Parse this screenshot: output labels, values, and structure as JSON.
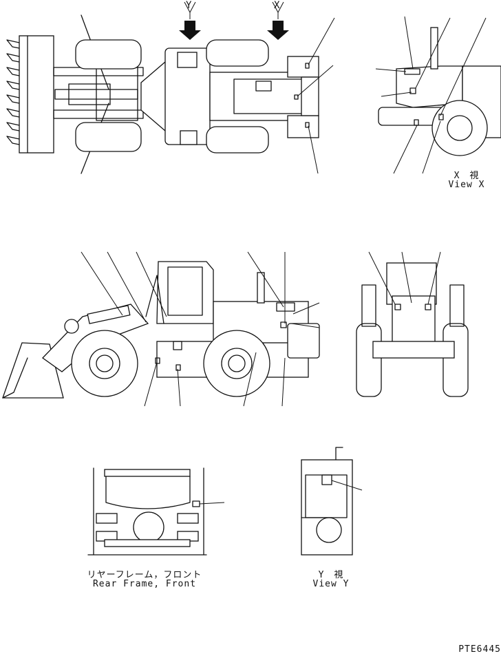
{
  "arrows": {
    "y_label": "Y",
    "x_label": "X"
  },
  "view_x": {
    "jp": "X　視",
    "en": "View X"
  },
  "rear_frame": {
    "jp": "リヤーフレーム，フロント",
    "en": "Rear Frame, Front"
  },
  "view_y": {
    "jp": "Y　視",
    "en": "View Y"
  },
  "drawing_number": "PTE6445"
}
